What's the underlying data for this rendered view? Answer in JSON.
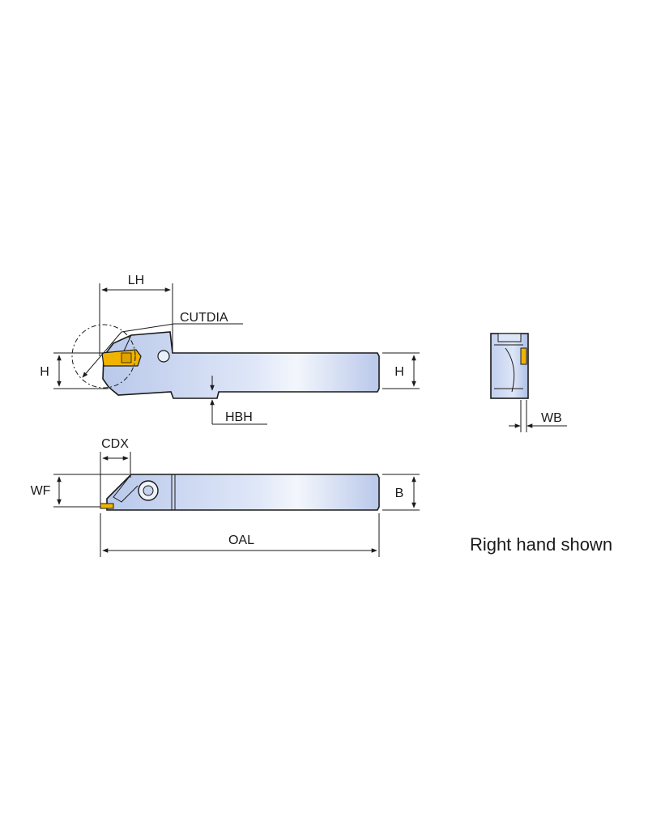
{
  "labels": {
    "lh": "LH",
    "cutdia": "CUTDIA",
    "h_left": "H",
    "h_right": "H",
    "hbh": "HBH",
    "wb": "WB",
    "cdx": "CDX",
    "wf": "WF",
    "b": "B",
    "oal": "OAL"
  },
  "caption": "Right hand shown",
  "colors": {
    "body": "#c7d3ee",
    "body_highlight": "#eef2fb",
    "insert": "#f0b400",
    "outline": "#1a1a1a"
  }
}
